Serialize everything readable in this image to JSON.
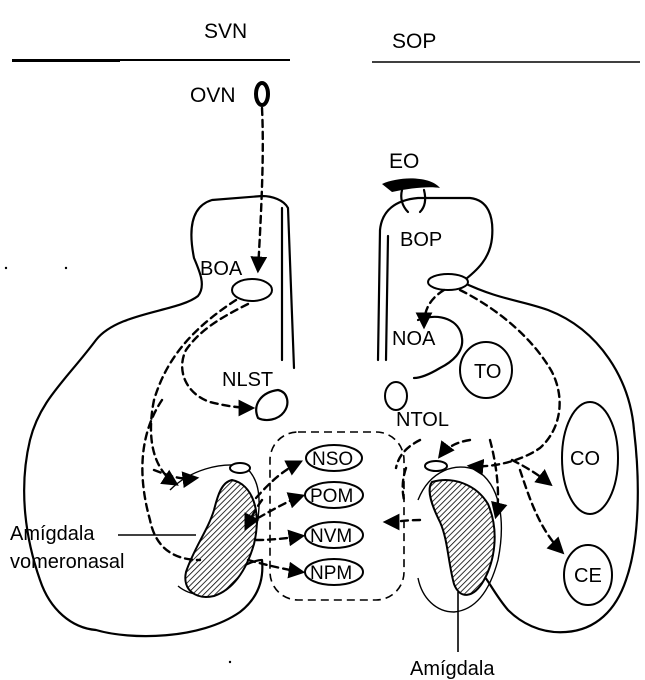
{
  "headers": {
    "left": "SVN",
    "right": "SOP"
  },
  "labels": {
    "ovn": "OVN",
    "eo": "EO",
    "boa": "BOA",
    "bop": "BOP",
    "noa": "NOA",
    "to": "TO",
    "nlst": "NLST",
    "ntol": "NTOL",
    "co": "CO",
    "ce": "CE",
    "amigdala_vom_line1": "Amígdala",
    "amigdala_vom_line2": "vomeronasal",
    "amigdala_bottom": "Amígdala"
  },
  "hypothalamic_nuclei": [
    "NSO",
    "POM",
    "NVM",
    "NPM"
  ]
}
